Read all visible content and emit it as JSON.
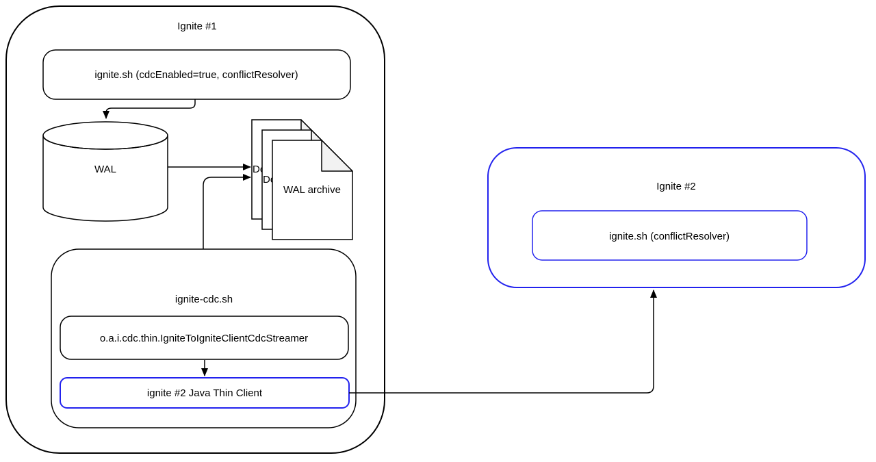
{
  "colors": {
    "stroke": "#000000",
    "accent": "#2222EE",
    "fold": "#F2F2F2",
    "background": "#FFFFFF"
  },
  "cluster1": {
    "title": "Ignite #1",
    "ignite_sh_label": "ignite.sh (cdcEnabled=true, conflictResolver)",
    "wal_label": "WAL",
    "archive": {
      "front_label": "WAL archive",
      "back_label": "Do"
    },
    "cdc": {
      "title": "ignite-cdc.sh",
      "streamer_label": "o.a.i.cdc.thin.IgniteToIgniteClientCdcStreamer",
      "thin_client_label": "ignite #2 Java Thin Client"
    }
  },
  "cluster2": {
    "title": "Ignite #2",
    "ignite_sh_label": "ignite.sh (conflictResolver)"
  }
}
